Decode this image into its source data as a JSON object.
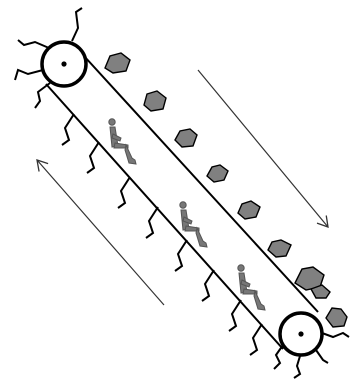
{
  "diagram": {
    "subject": "conveyor-belt-loop",
    "rocks_on_upper_run": 9,
    "seated_figures_on_lower_run": 3,
    "pulleys": 2,
    "return_arrow_direction": "down-right",
    "carry_arrow_direction": "up-left",
    "colors": {
      "stroke": "#000000",
      "rock_fill": "#808080",
      "figure_fill": "#777777",
      "arrow_stroke": "#333333",
      "background": "#ffffff"
    }
  }
}
